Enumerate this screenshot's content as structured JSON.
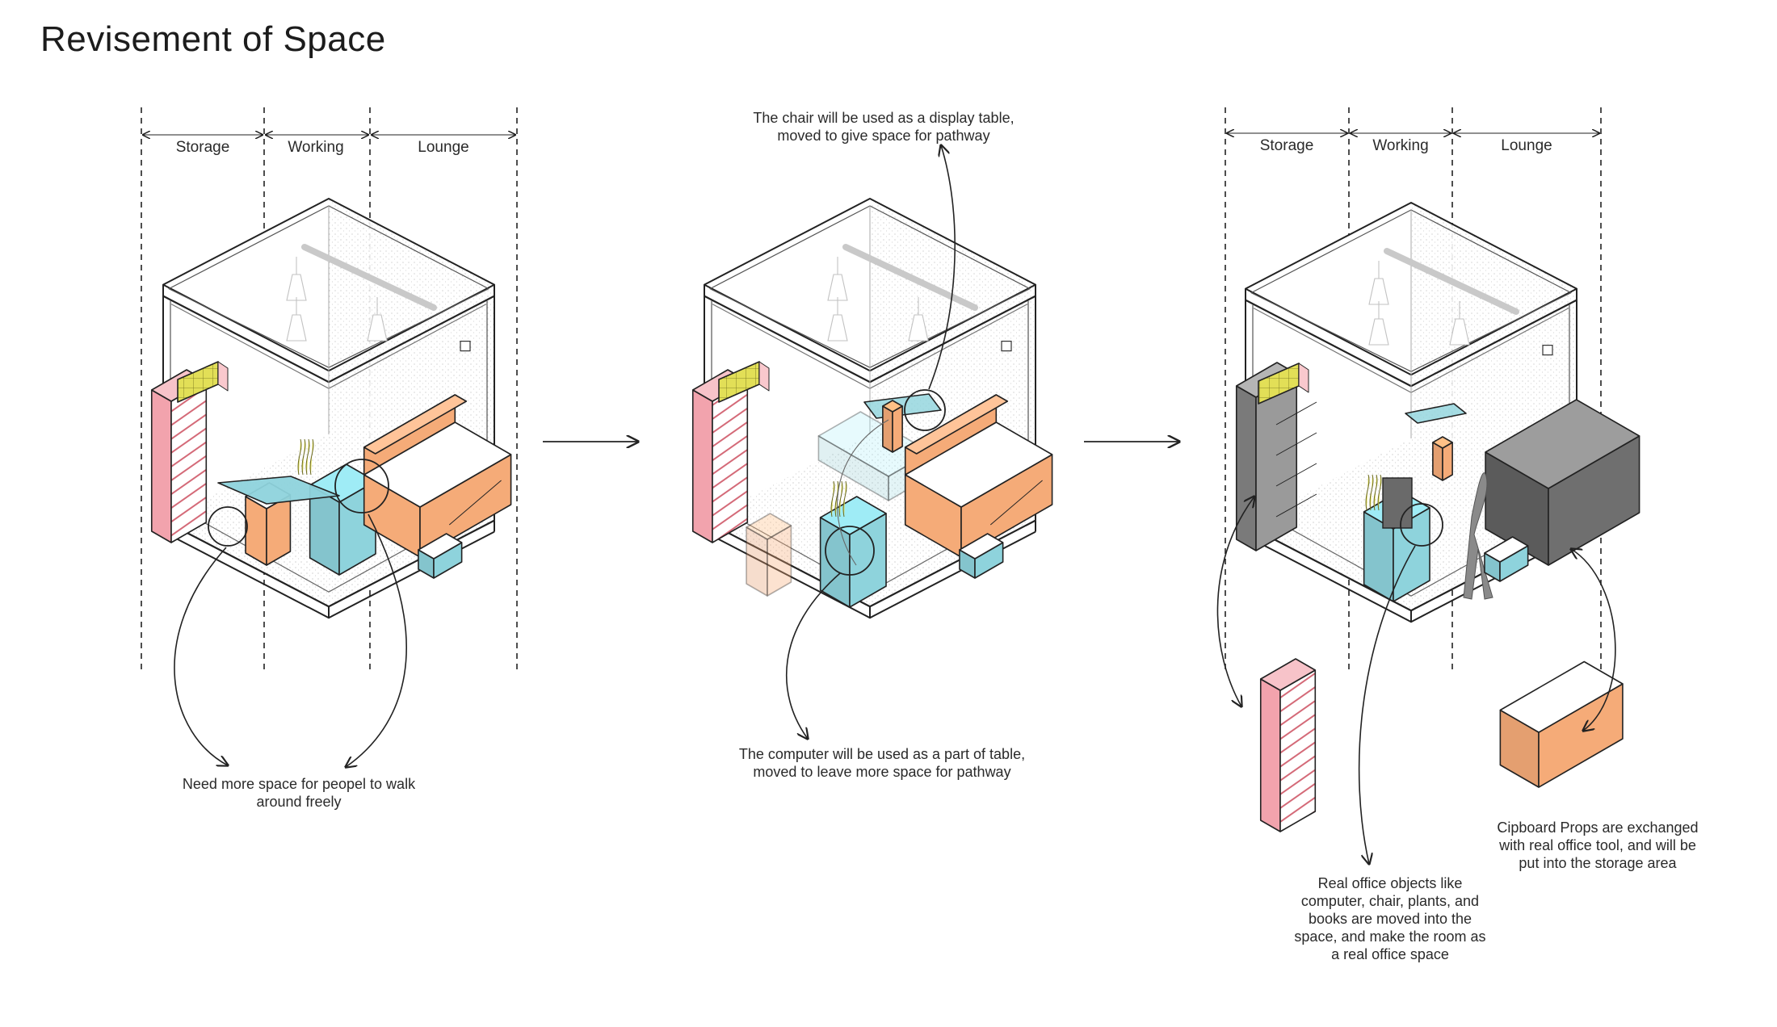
{
  "title": "Revisement of Space",
  "zones": [
    "Storage",
    "Working",
    "Lounge"
  ],
  "stages": [
    {
      "id": "stage-1-original",
      "notes": [
        {
          "lines": [
            "Need more space for peopel to walk",
            "around freely"
          ]
        }
      ]
    },
    {
      "id": "stage-2-rearranged",
      "notes": [
        {
          "lines": [
            "The chair will be used as a display table,",
            "moved to give space for pathway"
          ]
        },
        {
          "lines": [
            "The computer will be used as a part of table,",
            "moved to leave more space for pathway"
          ]
        }
      ]
    },
    {
      "id": "stage-3-real-office",
      "notes": [
        {
          "lines": [
            "Cipboard Props are exchanged",
            "with real office tool, and will be",
            "put into the storage area"
          ]
        },
        {
          "lines": [
            "Real office objects like",
            "computer, chair, plants, and",
            "books are moved into the",
            "space, and make the room as",
            "a real office space"
          ]
        }
      ]
    }
  ],
  "colors": {
    "pink": "#f2a3ad",
    "orange": "#f5ab78",
    "cyan": "#8ed3dc",
    "yellow": "#e2df57",
    "grey": "#8d8d8d",
    "dark": "#555555",
    "line": "#222222"
  }
}
